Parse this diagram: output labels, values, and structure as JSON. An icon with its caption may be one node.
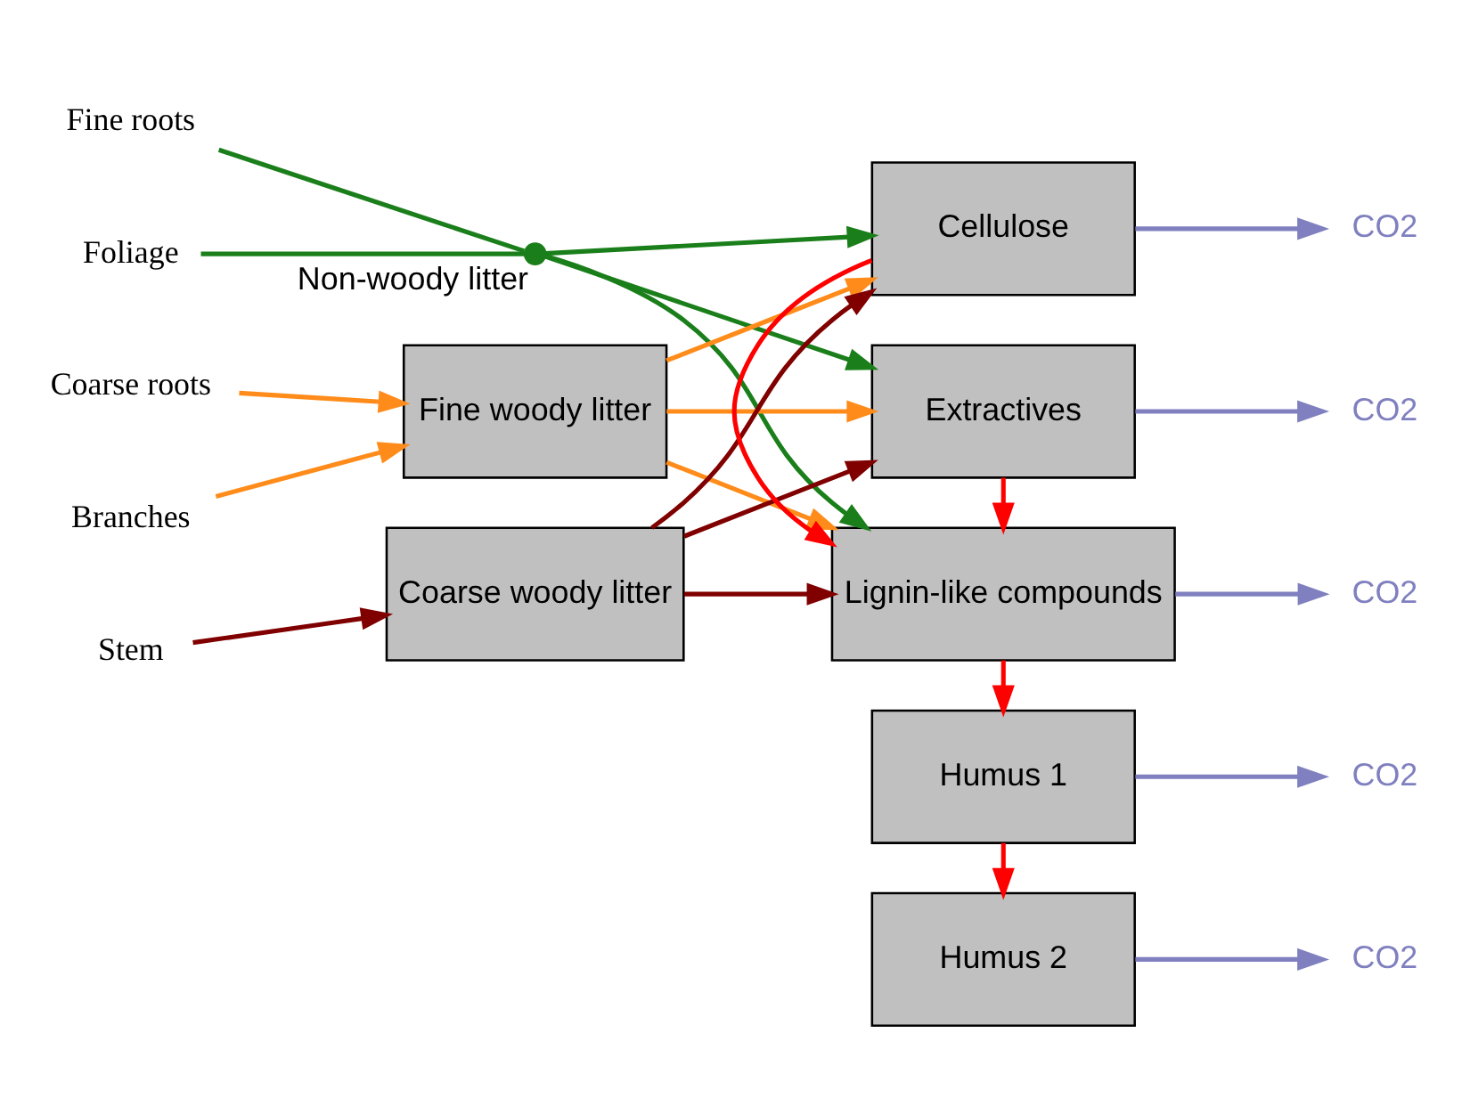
{
  "diagram": {
    "nodes": [
      {
        "text": [
          "Foliage"
        ]
      },
      {
        "text": [
          "Fine roots"
        ]
      },
      {
        "text": [
          "Branches"
        ]
      },
      {
        "text": [
          "Coarse roots"
        ]
      },
      {
        "text": [
          "Stem"
        ]
      },
      {
        "text": [],
        "shape": "circle",
        "beside": [
          "Non-woody litter"
        ]
      },
      {
        "text": [
          "Fine woody litter"
        ]
      },
      {
        "text": [
          "Coarse woody litter"
        ]
      },
      {
        "text": [
          "Extractives"
        ]
      },
      {
        "text": [
          "Cellulose"
        ]
      },
      {
        "text": [
          "Lignin-like compounds"
        ]
      },
      {
        "text": [
          "Humus 1"
        ]
      },
      {
        "text": [
          "Humus 2"
        ]
      },
      {
        "text": [
          "CO2"
        ]
      },
      {
        "text": [
          "CO2"
        ]
      },
      {
        "text": [
          "CO2"
        ]
      },
      {
        "text": [
          "CO2"
        ]
      },
      {
        "text": [
          "CO2"
        ]
      }
    ],
    "edges": [
      {
        "from": 0,
        "to": 5,
        "arrow": "none",
        "color": "#1a7f1a"
      },
      {
        "from": 1,
        "to": 5,
        "arrow": "none",
        "color": "#1a7f1a"
      },
      {
        "from": 5,
        "to": 8,
        "arrow": "to",
        "color": "#1a7f1a"
      },
      {
        "from": 5,
        "to": 9,
        "arrow": "to",
        "color": "#1a7f1a"
      },
      {
        "from": 5,
        "to": 10,
        "arrow": "to",
        "color": "#1a7f1a"
      },
      {
        "from": 2,
        "to": 6,
        "arrow": "to",
        "color": "#ff8c1a"
      },
      {
        "from": 3,
        "to": 6,
        "arrow": "to",
        "color": "#ff8c1a"
      },
      {
        "from": 6,
        "to": 8,
        "arrow": "to",
        "color": "#ff8c1a"
      },
      {
        "from": 6,
        "to": 9,
        "arrow": "to",
        "color": "#ff8c1a"
      },
      {
        "from": 6,
        "to": 10,
        "arrow": "to",
        "color": "#ff8c1a"
      },
      {
        "from": 4,
        "to": 7,
        "arrow": "to",
        "color": "#800000"
      },
      {
        "from": 7,
        "to": 8,
        "arrow": "to",
        "color": "#800000"
      },
      {
        "from": 7,
        "to": 9,
        "arrow": "to",
        "color": "#800000"
      },
      {
        "from": 7,
        "to": 10,
        "arrow": "to",
        "color": "#800000"
      },
      {
        "from": 8,
        "to": 10,
        "arrow": "to",
        "color": "#ff0000"
      },
      {
        "from": 9,
        "to": 10,
        "arrow": "to",
        "color": "#ff0000"
      },
      {
        "from": 10,
        "to": 11,
        "arrow": "to",
        "color": "#ff0000"
      },
      {
        "from": 11,
        "to": 12,
        "arrow": "to",
        "color": "#ff0000"
      },
      {
        "from": 8,
        "to": 13,
        "arrow": "to",
        "color": "#8080c0"
      },
      {
        "from": 9,
        "to": 14,
        "arrow": "to",
        "color": "#8080c0"
      },
      {
        "from": 10,
        "to": 15,
        "arrow": "to",
        "color": "#8080c0"
      },
      {
        "from": 11,
        "to": 16,
        "arrow": "to",
        "color": "#8080c0"
      },
      {
        "from": 12,
        "to": 17,
        "arrow": "to",
        "color": "#8080c0"
      }
    ]
  }
}
